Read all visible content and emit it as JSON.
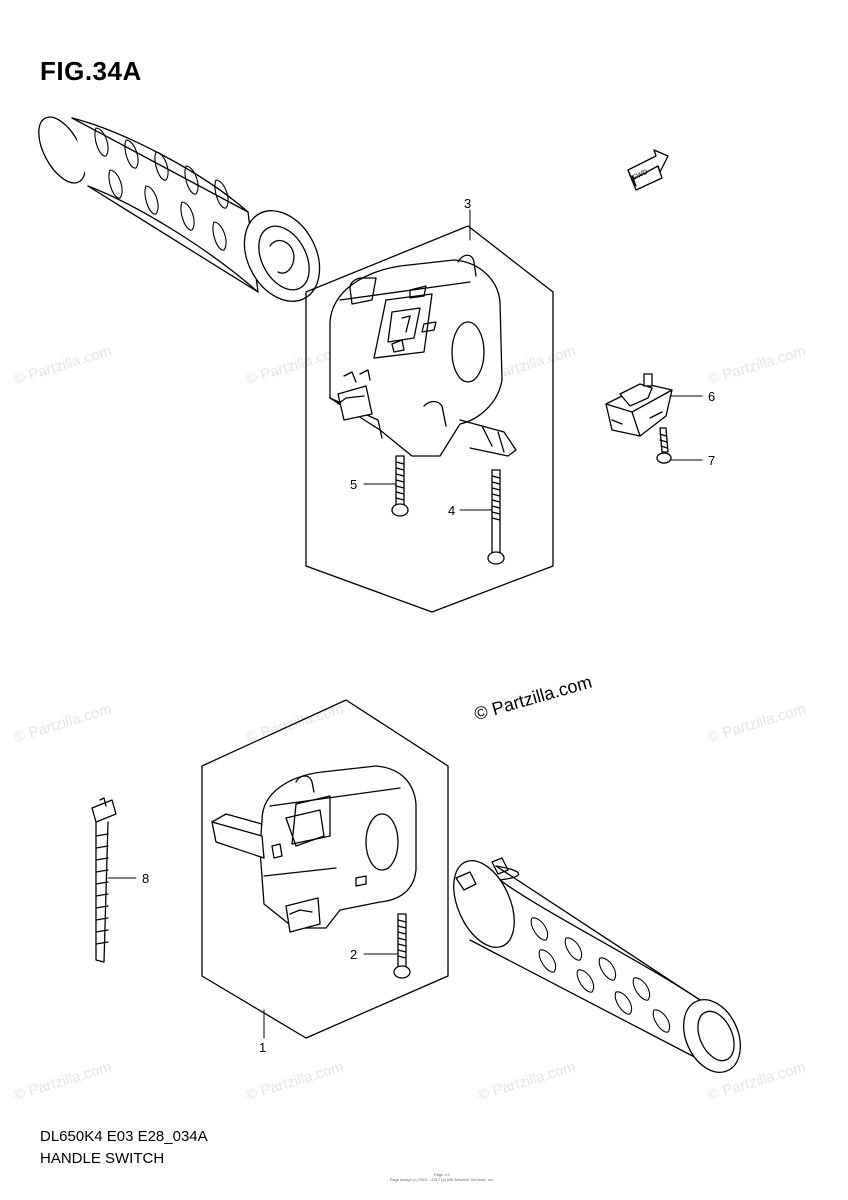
{
  "figure": {
    "title": "FIG.34A",
    "model_code": "DL650K4 E03 E28_034A",
    "caption": "HANDLE SWITCH",
    "fwd_label": "FWD",
    "footer_fine_print_line1": "Page 1/1",
    "footer_fine_print_line2": "Page design (c) 2001 - 2017 (c) ARI Network Services, Inc."
  },
  "watermark": {
    "text": "© Partzilla.com",
    "center_text": "© Partzilla.com"
  },
  "callouts": [
    {
      "label": "3"
    },
    {
      "label": "5"
    },
    {
      "label": "4"
    },
    {
      "label": "6"
    },
    {
      "label": "7"
    },
    {
      "label": "8"
    },
    {
      "label": "2"
    },
    {
      "label": "1"
    }
  ],
  "colors": {
    "line": "#000000",
    "watermark": "#e4e4e4"
  }
}
